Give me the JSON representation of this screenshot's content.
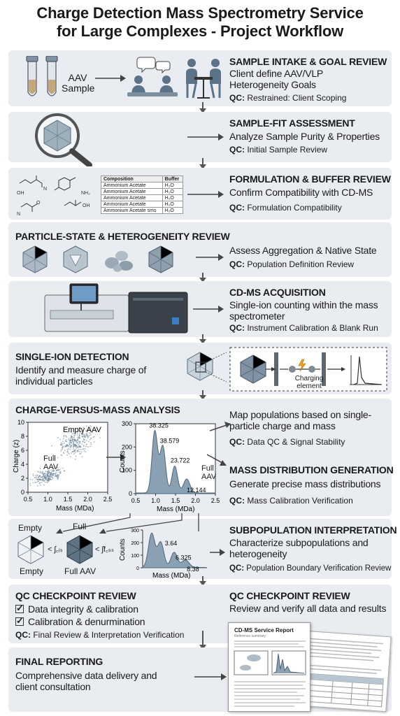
{
  "title_line1": "Charge Detection Mass Spectrometry Service",
  "title_line2": "for Large Complexes - Project Workflow",
  "steps": {
    "intake": {
      "title": "SAMPLE INTAKE & GOAL REVIEW",
      "desc": "Client define AAV/VLP Heterogeneity Goals",
      "qc_label": "QC:",
      "qc_text": "Restrained: Client Scoping",
      "sample_label_1": "AAV",
      "sample_label_2": "Sample"
    },
    "fit": {
      "title": "SAMPLE-FIT ASSESSMENT",
      "desc": "Analyze Sample Purity & Properties",
      "qc_label": "QC:",
      "qc_text": "Initial Sample Review"
    },
    "formulation": {
      "title": "FORMULATION & BUFFER REVIEW",
      "desc": "Confirm Compatibility with CD-MS",
      "qc_label": "QC:",
      "qc_text": "Formulation Compatibility",
      "table_headers": [
        "Composition",
        "Buffer"
      ],
      "table_rows": [
        [
          "Ammonium Acetate",
          "H₂O"
        ],
        [
          "Ammonium Acetate",
          "H₂O"
        ],
        [
          "Ammonium Acetate",
          "H₂O"
        ],
        [
          "Ammonium Acetate",
          "H₂O"
        ],
        [
          "Ammonium Acetate sms",
          "H₂O"
        ]
      ]
    },
    "particle": {
      "title": "PARTICLE-STATE & HETEROGENEITY REVIEW",
      "desc": "Assess Aggregation & Native State",
      "qc_label": "QC:",
      "qc_text": "Population Definition Review"
    },
    "acquisition": {
      "title": "CD-MS ACQUISITION",
      "desc": "Single-ion counting within the mass spectrometer",
      "qc_label": "QC:",
      "qc_text": "Instrument Calibration & Blank Run"
    },
    "detection": {
      "title": "SINGLE-ION DETECTION",
      "desc": "Identify and measure charge of individual particles",
      "charging_line1": "Charging",
      "charging_line2": "element"
    },
    "analysis": {
      "title": "CHARGE-VERSUS-MASS ANALYSIS",
      "desc": "Map populations based on single-particle charge and mass",
      "qc_label": "QC:",
      "qc_text": "Data QC & Signal Stability"
    },
    "mass_dist": {
      "title": "MASS DISTRIBUTION GENERATION",
      "desc": "Generate precise mass distributions",
      "qc_label": "QC:",
      "qc_text": "Mass Calibration Verification"
    },
    "subpop": {
      "title": "SUBPOPULATION INTERPRETATION",
      "desc": "Characterize subpopulations and heterogeneity",
      "qc_label": "QC:",
      "qc_text": "Population Boundary Verification Review",
      "labels": {
        "empty_top": "Empty",
        "full_top": "Full",
        "empty_bottom": "Empty",
        "full_bottom": "Full AAV",
        "lt1": "< ʃ꜀ᵢₛ",
        "lt2": "< ʃf꜀ₛₛ"
      }
    },
    "qc_left": {
      "title": "QC CHECKPOINT REVIEW",
      "check1": "Data integrity & calibration",
      "check2": "Calibration & denurmination",
      "qc_label": "QC:",
      "qc_text": "Final Review & Interpretation Verification"
    },
    "qc_right": {
      "title": "QC CHECKPOINT REVIEW",
      "desc": "Review and verify all data and results"
    },
    "final": {
      "title": "FINAL REPORTING",
      "desc": "Comprehensive data delivery and client consultation"
    }
  },
  "report": {
    "title": "CD-MS Service Report",
    "subtitle": "Reference summary"
  },
  "colors": {
    "panel": "#e9edf1",
    "accent": "#5f7d95",
    "plot_fill": "#8aa1b3"
  },
  "chart_data": [
    {
      "type": "scatter",
      "xlabel": "Mass (MDa)",
      "ylabel": "Charge (z)",
      "xlim": [
        0.5,
        2.5
      ],
      "ylim": [
        0,
        10
      ],
      "x_ticks": [
        "0.5",
        "1.0",
        "1.5",
        "2.0",
        "2.5"
      ],
      "y_ticks": [
        "0",
        "2",
        "4",
        "6",
        "8",
        "10"
      ],
      "annotations": [
        "Empty AAV",
        "Full AAV"
      ],
      "clusters": [
        {
          "center": [
            1.75,
            7.2
          ],
          "spread": [
            0.45,
            1.6
          ]
        },
        {
          "center": [
            1.0,
            2.3
          ],
          "spread": [
            0.35,
            0.9
          ]
        }
      ]
    },
    {
      "type": "area",
      "xlabel": "Mass (MDa)",
      "ylabel": "Counts",
      "xlim": [
        0.5,
        2.5
      ],
      "ylim": [
        0,
        300
      ],
      "x_ticks": [
        "0.5",
        "1.0",
        "1.5",
        "2.0",
        "2.5"
      ],
      "y_ticks": [
        "0",
        "100",
        "200",
        "300"
      ],
      "peaks": [
        {
          "x": 0.98,
          "y": 265,
          "label": "38.325"
        },
        {
          "x": 1.18,
          "y": 200,
          "label": "38.579"
        },
        {
          "x": 1.48,
          "y": 115,
          "label": "23.722"
        },
        {
          "x": 1.78,
          "y": 60,
          "label": "12.144"
        }
      ],
      "annotations": [
        "Full AAV"
      ]
    },
    {
      "type": "area",
      "xlabel": "Mass (MDa)",
      "ylabel": "Counts",
      "ylim": [
        0,
        300
      ],
      "y_ticks": [
        "0",
        "100",
        "200",
        "300"
      ],
      "peaks": [
        {
          "x": 1.0,
          "y": 270,
          "label": ""
        },
        {
          "x": 1.2,
          "y": 200,
          "label": "3.64"
        },
        {
          "x": 1.5,
          "y": 120,
          "label": "6.325"
        },
        {
          "x": 1.75,
          "y": 60,
          "label": "8.38"
        }
      ]
    }
  ]
}
